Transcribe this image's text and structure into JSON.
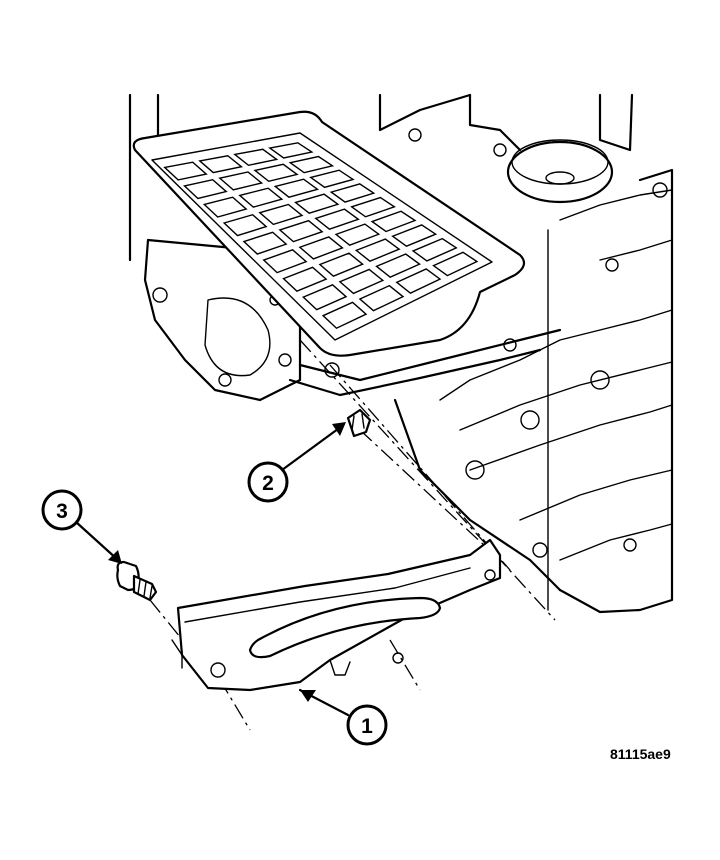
{
  "diagram": {
    "callouts": [
      {
        "number": "1",
        "target": "engine-cover-plate"
      },
      {
        "number": "2",
        "target": "upper-bolt"
      },
      {
        "number": "3",
        "target": "lower-bolt"
      }
    ],
    "figure_code": "81115ae9"
  }
}
